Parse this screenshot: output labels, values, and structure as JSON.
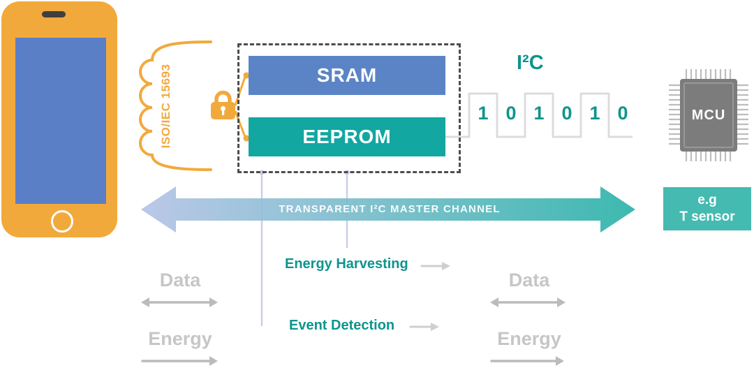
{
  "colors": {
    "yellow": "#F2A93C",
    "screen_blue": "#5B7FC7",
    "sram_blue": "#5B84C6",
    "teal": "#12A7A0",
    "teal_text": "#0E948D",
    "teal_light": "#45BAB1",
    "gray_text": "#C6C6C6",
    "gray_arrow": "#BBBBBB",
    "wave_gray": "#DCDCDC",
    "lavender": "#C9CFE9",
    "chip_gray": "#7C7C7C",
    "pin_gray": "#BDBDBD",
    "dash_gray": "#4D4D4D",
    "grad_left": "#B5C3E6",
    "grad_right": "#2CB3A9"
  },
  "antenna": {
    "label": "ISO/IEC 15693"
  },
  "memory": {
    "sram": "SRAM",
    "eeprom": "EEPROM"
  },
  "i2c": {
    "label": "I²C",
    "bits": [
      "1",
      "0",
      "1",
      "0",
      "1",
      "0"
    ]
  },
  "mcu": {
    "label": "MCU"
  },
  "sensor": {
    "line1": "e.g",
    "line2": "T sensor"
  },
  "channel": {
    "label": "TRANSPARENT I²C MASTER CHANNEL"
  },
  "features": {
    "energy_harvesting": "Energy Harvesting",
    "event_detection": "Event Detection"
  },
  "left_io": {
    "data": "Data",
    "energy": "Energy"
  },
  "right_io": {
    "data": "Data",
    "energy": "Energy"
  }
}
